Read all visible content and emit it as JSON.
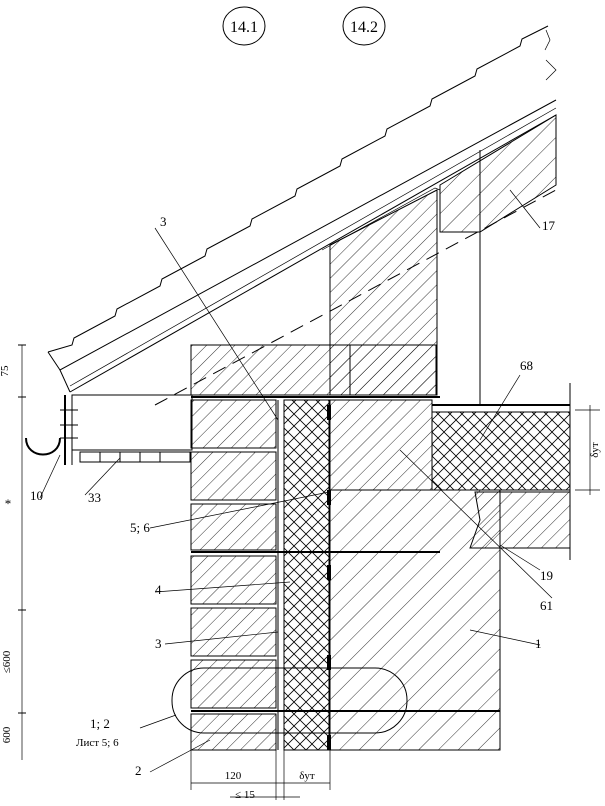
{
  "header": {
    "circle_left": "14.1",
    "circle_right": "14.2"
  },
  "callouts": {
    "c3_top": "3",
    "c17": "17",
    "c68": "68",
    "c10": "10",
    "c33": "33",
    "c5_6": "5; 6",
    "c19": "19",
    "c61": "61",
    "c4": "4",
    "c3_mid": "3",
    "c1": "1",
    "c1_2": "1; 2",
    "sheet": "Лист 5; 6",
    "c2": "2"
  },
  "dimensions": {
    "d75": "75",
    "star": "*",
    "d600_le": "≤600",
    "d600": "600",
    "d120": "120",
    "delta_ut_bottom": "δут",
    "le15": "≤ 15",
    "delta_ut_right": "δут"
  }
}
